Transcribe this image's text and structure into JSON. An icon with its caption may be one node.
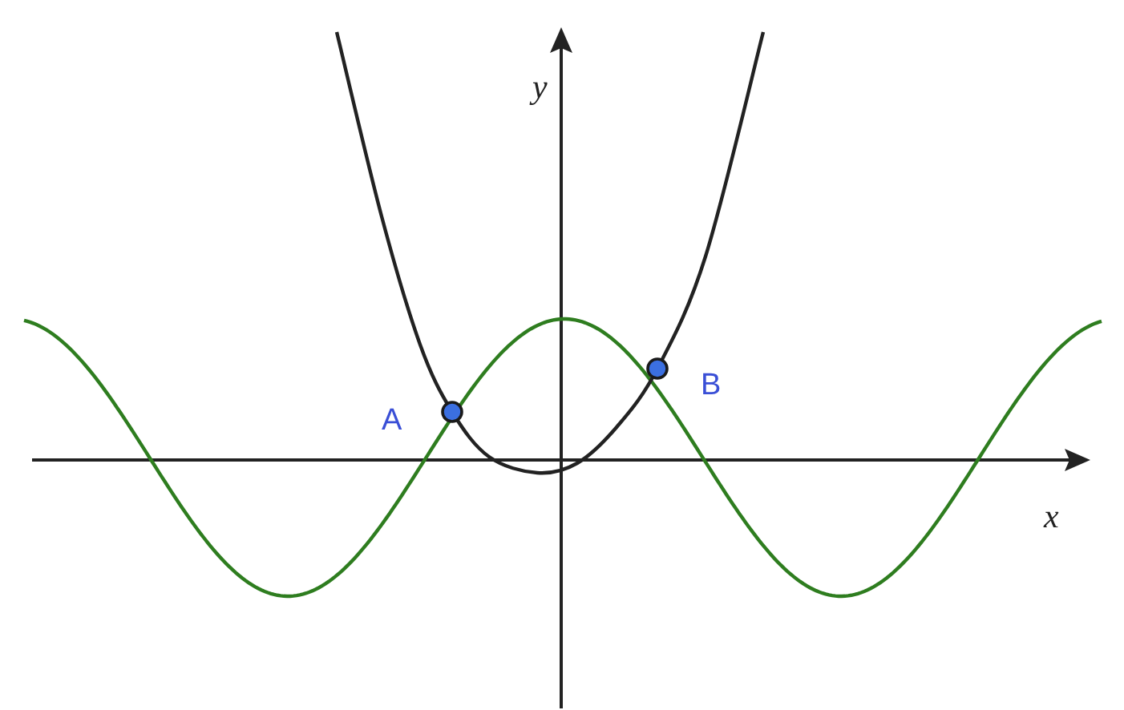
{
  "diagram": {
    "labels": [
      "y",
      "x",
      "A",
      "B"
    ]
  }
}
